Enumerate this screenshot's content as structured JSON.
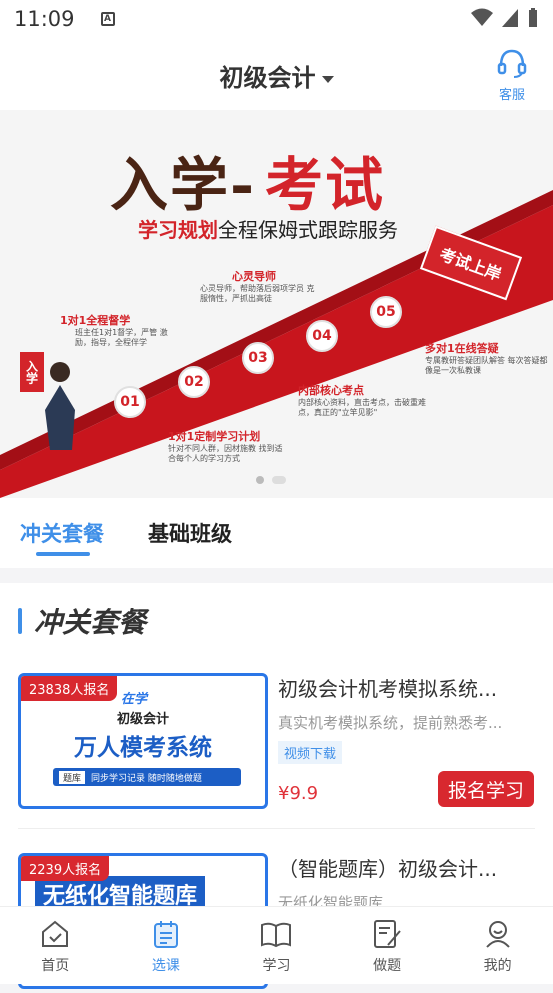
{
  "status": {
    "time": "11:09"
  },
  "header": {
    "title": "初级会计",
    "service_label": "客服"
  },
  "banner": {
    "title_part1": "入学-",
    "title_part2": "考试",
    "subtitle_red": "学习规划",
    "subtitle_rest": "全程保姆式跟踪服务",
    "ribbon_tag": "考试上岸",
    "enroll_tag": "入学",
    "steps": [
      {
        "num": "01",
        "title": "1对1定制学习计划",
        "desc": "针对不同人群，因材施教 找到适合每个人的学习方式"
      },
      {
        "num": "02",
        "title": "1对1全程督学",
        "desc": "班主任1对1督学，严管 激励，指导，全程伴学"
      },
      {
        "num": "03",
        "title": "内部核心考点",
        "desc": "内部核心资料，直击考点，击破重难点，真正的\"立竿见影\""
      },
      {
        "num": "04",
        "title": "心灵导师",
        "desc": "心灵导师，帮助落后弱项学员 克服惰性，严抓出高徒"
      },
      {
        "num": "05",
        "title": "多对1在线答疑",
        "desc": "专属教研答疑团队解答 每次答疑都像是一次私教课"
      }
    ]
  },
  "tabs": [
    {
      "label": "冲关套餐",
      "active": true
    },
    {
      "label": "基础班级",
      "active": false
    }
  ],
  "section": {
    "title": "冲关套餐"
  },
  "courses": [
    {
      "badge": "23838人报名",
      "thumb_brand": "在学",
      "thumb_line1": "初级会计",
      "thumb_line2": "万人模考系统",
      "thumb_bar_label": "题库",
      "thumb_bar_text": "同步学习记录 随时随地做题",
      "title": "初级会计机考模拟系统...",
      "desc": "真实机考模拟系统，提前熟悉考...",
      "tag": "视频下载",
      "price": "¥9.9",
      "button": "报名学习"
    },
    {
      "badge": "2239人报名",
      "thumb_line": "无纸化智能题库",
      "title": "（智能题库）初级会计...",
      "desc": "无纸化智能题库"
    }
  ],
  "tabbar": [
    {
      "label": "首页",
      "icon": "home-icon",
      "active": false
    },
    {
      "label": "选课",
      "icon": "clipboard-icon",
      "active": true
    },
    {
      "label": "学习",
      "icon": "book-icon",
      "active": false
    },
    {
      "label": "做题",
      "icon": "edit-doc-icon",
      "active": false
    },
    {
      "label": "我的",
      "icon": "user-icon",
      "active": false
    }
  ],
  "colors": {
    "accent": "#3f8fe8",
    "brand_red": "#d8282f"
  }
}
